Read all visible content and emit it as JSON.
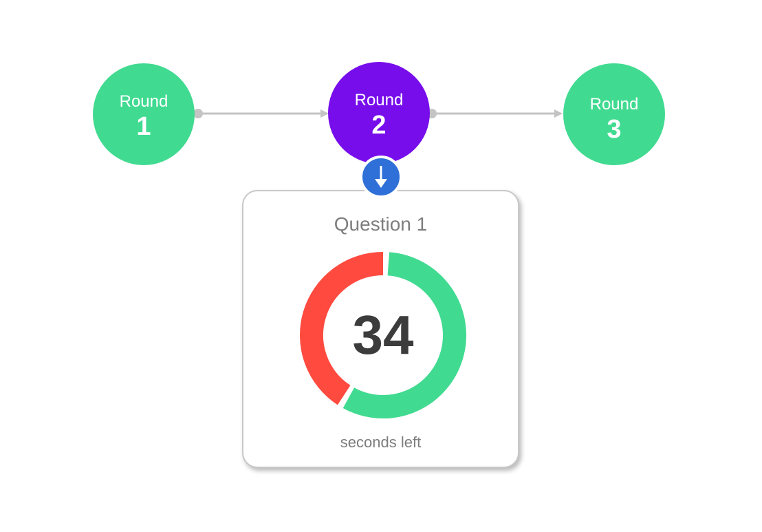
{
  "rounds": [
    {
      "word": "Round",
      "number": "1",
      "state": "completed"
    },
    {
      "word": "Round",
      "number": "2",
      "state": "current"
    },
    {
      "word": "Round",
      "number": "3",
      "state": "upcoming"
    }
  ],
  "question": {
    "title": "Question 1",
    "seconds_left": "34",
    "caption": "seconds left",
    "remaining_fraction": 0.58
  },
  "icons": {
    "indicator": "arrow-down-icon"
  },
  "colors": {
    "round_default": "#41da91",
    "round_current": "#770deb",
    "connector": "#c4c4c4",
    "indicator": "#2f6fd8",
    "timer_remaining": "#41da91",
    "timer_elapsed": "#ff4a3f"
  }
}
